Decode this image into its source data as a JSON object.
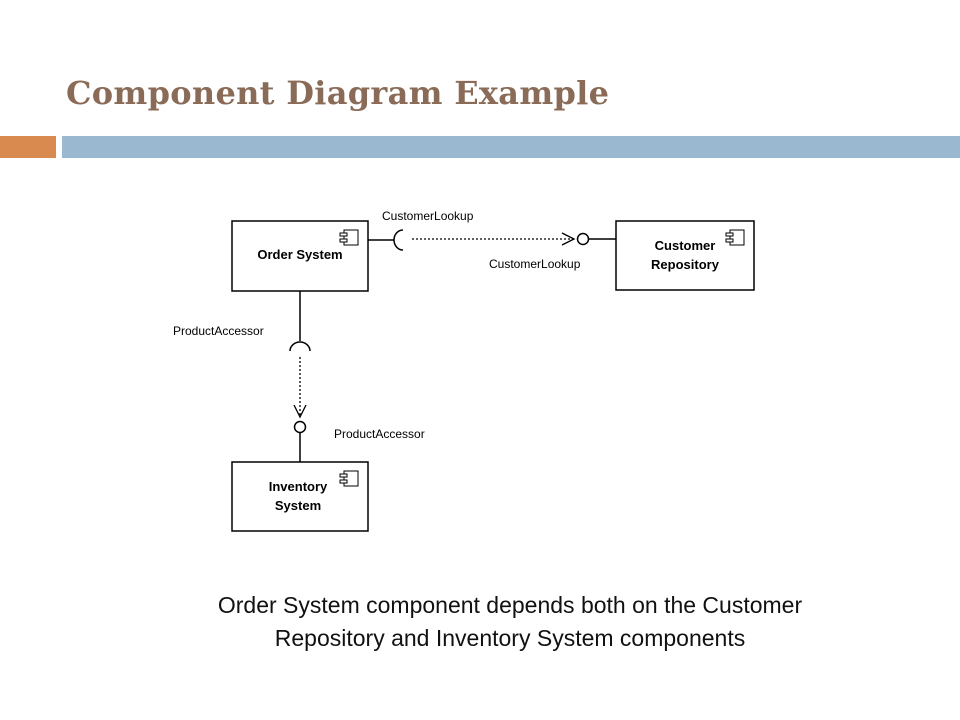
{
  "slide": {
    "title": "Component Diagram Example",
    "accent_colors": {
      "left_bar": "#d98a4e",
      "right_bar": "#9ab8d0"
    }
  },
  "diagram": {
    "components": {
      "order_system": {
        "label_lines": [
          "Order System"
        ]
      },
      "customer_repository": {
        "label_lines": [
          "Customer",
          "Repository"
        ]
      },
      "inventory_system": {
        "label_lines": [
          "Inventory",
          "System"
        ]
      }
    },
    "interfaces": {
      "customer_lookup_required": "CustomerLookup",
      "customer_lookup_provided": "CustomerLookup",
      "product_accessor_required": "ProductAccessor",
      "product_accessor_provided": "ProductAccessor"
    },
    "icons": {
      "component": "component-icon",
      "required_interface": "socket-icon",
      "provided_interface": "lollipop-icon"
    }
  },
  "caption": {
    "line1": "Order System component depends both on the Customer",
    "line2": "Repository and Inventory System components"
  }
}
